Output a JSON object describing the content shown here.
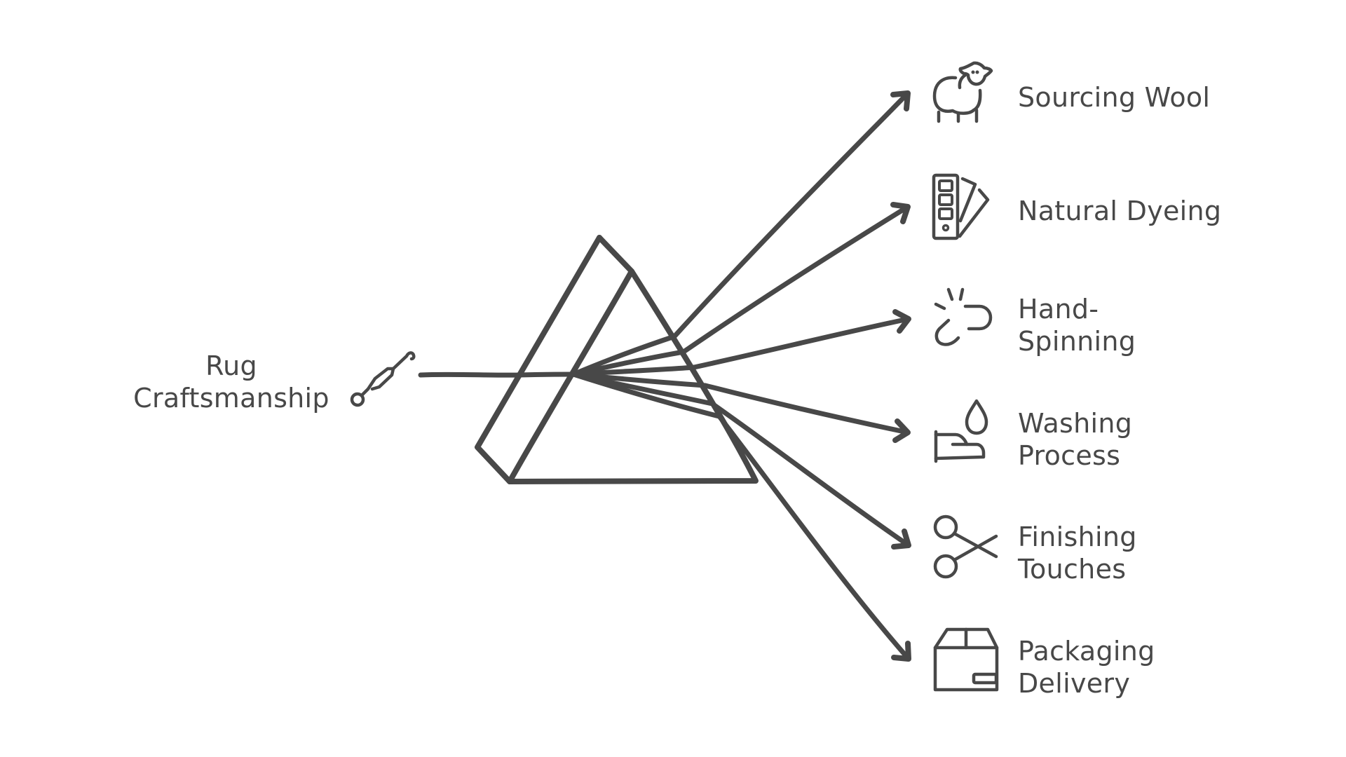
{
  "diagram": {
    "type": "prism-dispersion",
    "colors": {
      "stroke": "#484848",
      "text": "#484848",
      "background": "#ffffff"
    },
    "source": {
      "label_lines": [
        "Rug",
        "Craftsmanship"
      ],
      "icon": "crochet-hook-icon"
    },
    "outputs": [
      {
        "label_lines": [
          "Sourcing Wool"
        ],
        "icon": "sheep-icon"
      },
      {
        "label_lines": [
          "Natural Dyeing"
        ],
        "icon": "color-swatch-icon"
      },
      {
        "label_lines": [
          "Hand-",
          "Spinning"
        ],
        "icon": "broken-link-icon"
      },
      {
        "label_lines": [
          "Washing",
          "Process"
        ],
        "icon": "iron-water-drop-icon"
      },
      {
        "label_lines": [
          "Finishing",
          "Touches"
        ],
        "icon": "scissors-icon"
      },
      {
        "label_lines": [
          "Packaging",
          "Delivery"
        ],
        "icon": "box-icon"
      }
    ]
  }
}
